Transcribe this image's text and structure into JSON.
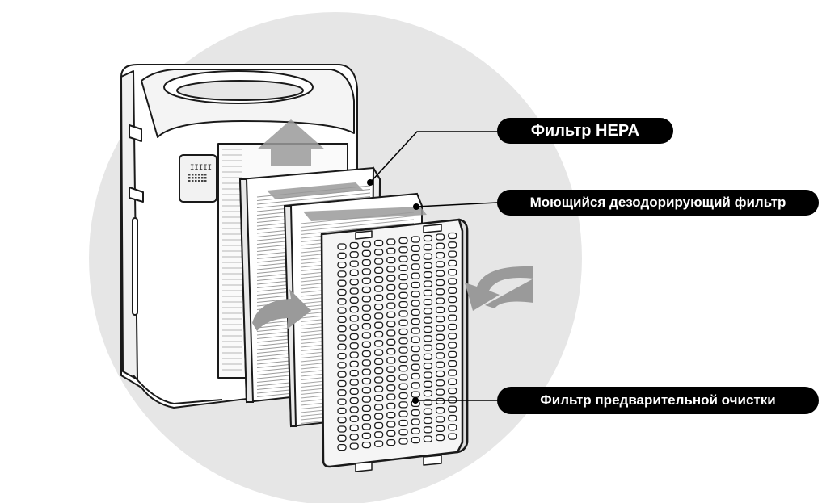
{
  "labels": {
    "hepa": "Фильтр HEPA",
    "deodorizing": "Моющийся дезодорирующий фильтр",
    "prefilter": "Фильтр предварительной очистки"
  },
  "unit_panel": {
    "indicator_text": "IIIII"
  },
  "colors": {
    "background_circle": "#e6e6e6",
    "outline": "#1a1a1a",
    "label_bg": "#000000",
    "label_text": "#ffffff",
    "arrow": "#9a9a9a"
  },
  "icons": {
    "airflow_arrows": "gray-curved-arrow"
  }
}
